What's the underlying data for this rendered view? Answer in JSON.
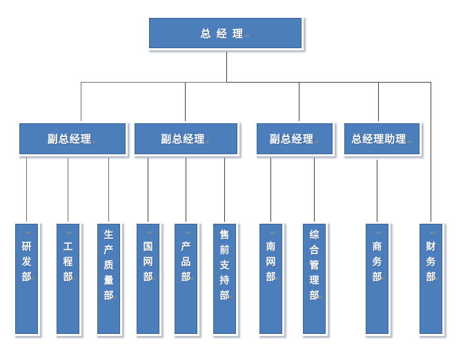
{
  "marks": {
    "return_glyph": "↵"
  },
  "colors": {
    "node_fill": "#4d7ebc",
    "node_border": "#3a6296",
    "node_frame": "#ffffff",
    "node_shadow": "#949eae",
    "line_dark": "#3d3d3d",
    "line_gray": "#6e6e6e",
    "label_text": "#ffffff",
    "paragraph_mark": "#ab9768"
  },
  "org": {
    "root": {
      "label": "总 经 理"
    },
    "l2": [
      {
        "label": "副总经理"
      },
      {
        "label": "副总经理"
      },
      {
        "label": "副总经理"
      },
      {
        "label": "总经理助理"
      }
    ],
    "l3": [
      {
        "label": "研发部",
        "lead_break": true
      },
      {
        "label": "工程部",
        "lead_break": true
      },
      {
        "label": "生产质量部",
        "lead_break": false
      },
      {
        "label": "国网部",
        "lead_break": true
      },
      {
        "label": "产品部",
        "lead_break": true
      },
      {
        "label": "售前支持部",
        "lead_break": false
      },
      {
        "label": "南网部",
        "lead_break": true
      },
      {
        "label": "综合管理部",
        "lead_break": false
      },
      {
        "label": "商务部",
        "lead_break": true
      },
      {
        "label": "财务部",
        "lead_break": true
      }
    ]
  }
}
